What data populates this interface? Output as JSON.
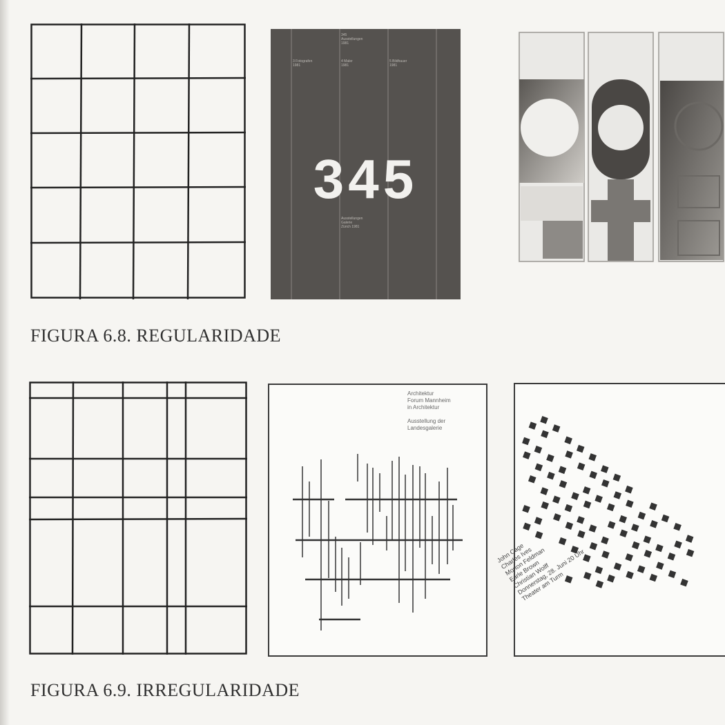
{
  "figures": [
    {
      "caption": "FIGURA 6.8. REGULARIDADE",
      "poster_345": {
        "number": "345",
        "top_label": "345\nAusstellungen\n1981",
        "column_labels": [
          "3 Fotografen\n1981",
          "4 Maler\n1981",
          "5 Bildhauer\n1981"
        ],
        "bottom_label": "Ausstellungen\nGalerie\nZürich 1981"
      },
      "poster_symbols": {
        "description_icon": "venus-symbol-icon"
      }
    },
    {
      "caption": "FIGURA 6.9. IRREGULARIDADE",
      "poster_lines": {
        "header_text": "Architektur\nForum Mannheim\nin Architektur\n\nAusstellung der\nLandesgalerie"
      },
      "poster_dots": {
        "diagonal_text": "John Cage\nCharles Ives\nMorton Feldman\nEarle Brown\nChristian Wolff\nDonnerstag, 28. Juni 20 Uhr\nTheater am Turm"
      }
    }
  ]
}
